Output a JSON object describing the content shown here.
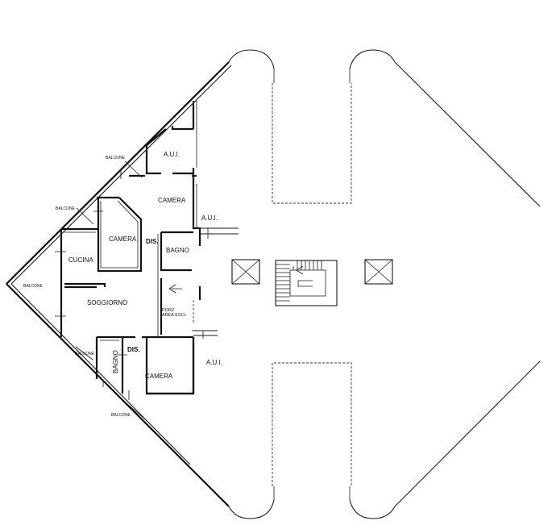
{
  "labels": {
    "aui_top": "A.U.I.",
    "aui_mid": "A.U.I.",
    "aui_bottom": "A.U.I.",
    "camera_top": "CAMERA",
    "camera_left": "CAMERA",
    "camera_bottom": "CAMERA",
    "bagno_right": "BAGNO",
    "bagno_bottom": "BAGNO",
    "dis_top": "DIS.",
    "dis_bottom": "DIS.",
    "cucina": "CUCINA",
    "soggiorno": "SOGGIORNO",
    "porz_line1": "PORZ",
    "porz_line2": "AREA ESCL",
    "balcone_top": "BALCONE",
    "balcone_upper_left": "BALCONE",
    "balcone_left": "BALCONE",
    "balcone_lower": "BALCONE",
    "balcone_bottom": "BALCONE"
  }
}
